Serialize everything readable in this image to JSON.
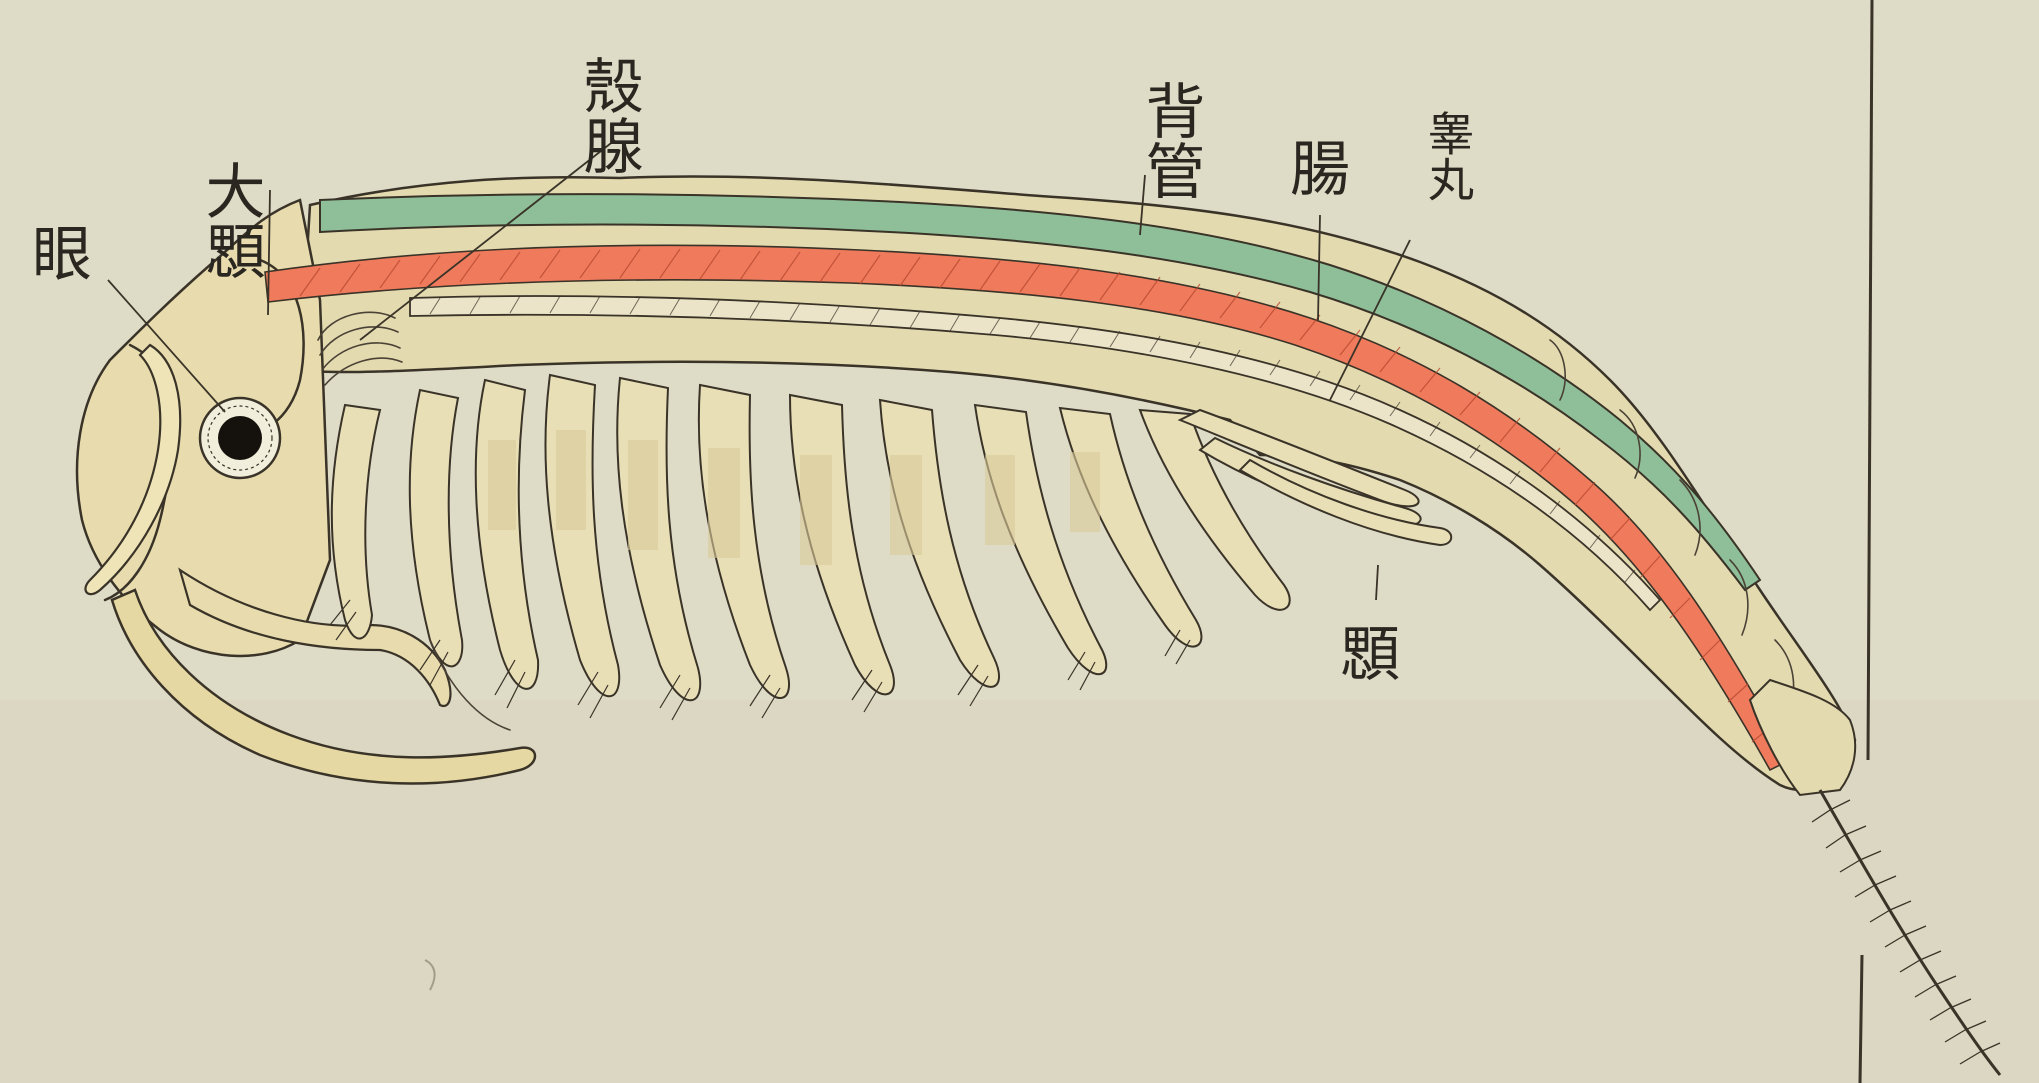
{
  "labels": {
    "eye": "眼",
    "antenna": "大顋",
    "shell_gland": "殼腺",
    "dorsal_vessel": "背管",
    "intestine": "腸",
    "testis": "睾丸",
    "gill": "顋"
  },
  "colors": {
    "paper": "#dedbc6",
    "dorsal_vessel": "#8fbf98",
    "intestine": "#ef7a5c",
    "body_fill": "#e6dbae",
    "ink": "#3a3328"
  }
}
